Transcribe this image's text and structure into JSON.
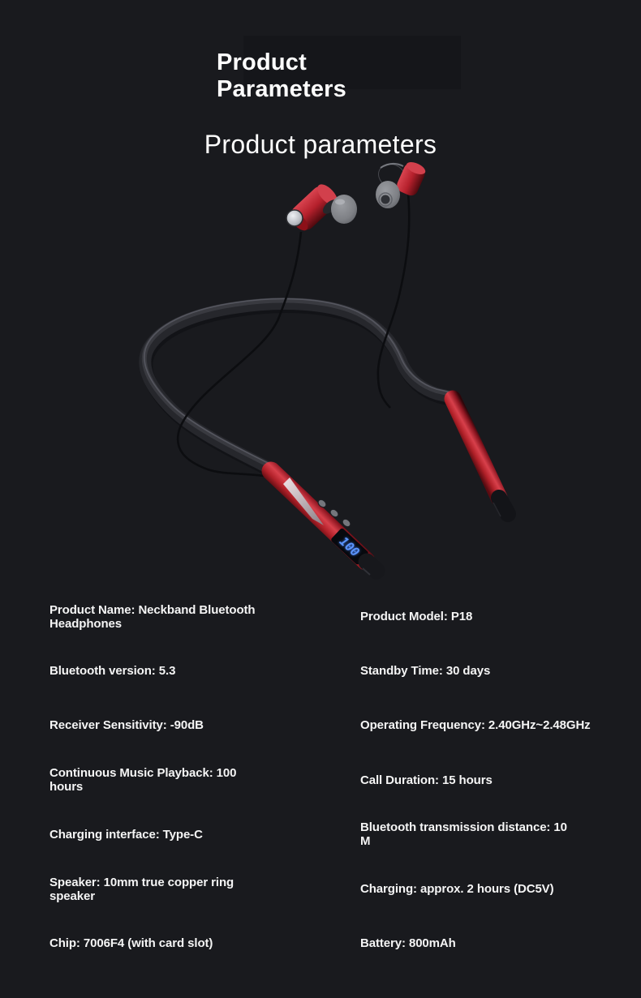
{
  "page": {
    "background_color": "#191a1e"
  },
  "header": {
    "title_line1": "Product",
    "title_line2": "Parameters",
    "subtitle": "Product parameters"
  },
  "figure": {
    "product": "Neckband Bluetooth Headphones",
    "display_value": "100",
    "colors": {
      "accent_red": "#c22734",
      "band_black": "#26272c",
      "led_blue": "#4a86ff",
      "earbud_tip_gray": "#7e8085"
    }
  },
  "specs": {
    "left": [
      "Product Name: Neckband Bluetooth Headphones",
      "Bluetooth version: 5.3",
      "Receiver Sensitivity: -90dB",
      "Continuous Music Playback: 100 hours",
      "Charging interface: Type-C",
      "Speaker: 10mm true copper ring speaker",
      "Chip: 7006F4 (with card slot)"
    ],
    "right": [
      "Product Model: P18",
      "Standby Time: 30 days",
      "Operating Frequency: 2.40GHz~2.48GHz",
      "Call Duration: 15 hours",
      "Bluetooth transmission distance: 10 M",
      "Charging: approx. 2 hours (DC5V)",
      "Battery: 800mAh"
    ]
  }
}
